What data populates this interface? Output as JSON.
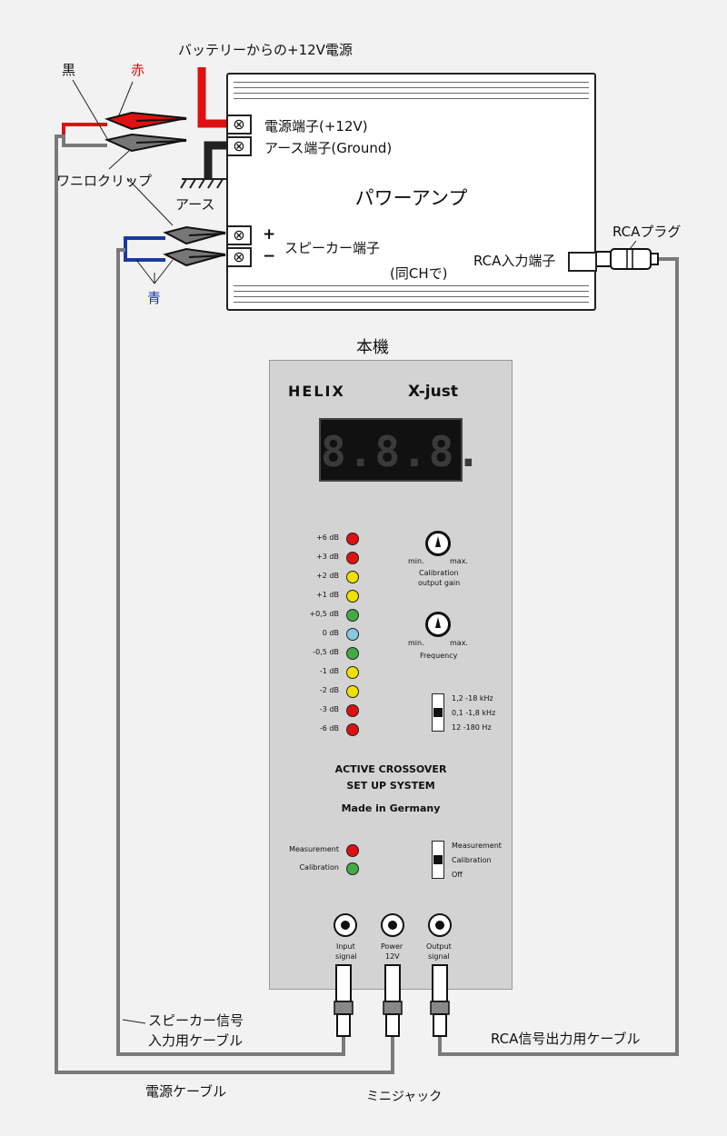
{
  "labels": {
    "battery_power": "バッテリーからの+12V電源",
    "black": "黒",
    "red": "赤",
    "alligator_clip": "ワニロクリップ",
    "ground_symbol_label": "アース",
    "blue": "青",
    "rca_plug": "RCAプラグ",
    "device_title": "本機",
    "speaker_cable": "スピーカー信号\n入力用ケーブル",
    "speaker_cable_line1": "スピーカー信号",
    "speaker_cable_line2": "入力用ケーブル",
    "rca_cable": "RCA信号出力用ケーブル",
    "power_cable": "電源ケーブル",
    "mini_jack": "ミニジャック"
  },
  "amp": {
    "title": "パワーアンプ",
    "power_terminal": "電源端子(+12V)",
    "ground_terminal": "アース端子(Ground)",
    "speaker_terminal": "スピーカー端子",
    "plus": "+",
    "minus": "−",
    "rca_input": "RCA入力端子",
    "same_ch": "(同CHで)",
    "terminal_symbol": "⊗"
  },
  "device": {
    "brand": "HELIX",
    "model": "X-just",
    "display": "8.8.8.",
    "leds": [
      {
        "label": "+6 dB",
        "color": "#dd1111"
      },
      {
        "label": "+3 dB",
        "color": "#dd1111"
      },
      {
        "label": "+2 dB",
        "color": "#f0e000"
      },
      {
        "label": "+1 dB",
        "color": "#f0e000"
      },
      {
        "label": "+0,5 dB",
        "color": "#44aa44"
      },
      {
        "label": "0 dB",
        "color": "#88c8e0"
      },
      {
        "label": "-0,5 dB",
        "color": "#44aa44"
      },
      {
        "label": "-1 dB",
        "color": "#f0e000"
      },
      {
        "label": "-2 dB",
        "color": "#f0e000"
      },
      {
        "label": "-3 dB",
        "color": "#dd1111"
      },
      {
        "label": "-6 dB",
        "color": "#dd1111"
      }
    ],
    "knob1": {
      "min": "min.",
      "max": "max.",
      "caption1": "Calibration",
      "caption2": "output gain"
    },
    "knob2": {
      "min": "min.",
      "max": "max.",
      "caption1": "Frequency"
    },
    "freq_switch": [
      "1,2 -18   kHz",
      "0,1 -1,8  kHz",
      "12 -180   Hz"
    ],
    "heading1": "ACTIVE CROSSOVER",
    "heading2": "SET UP SYSTEM",
    "heading3": "Made in Germany",
    "mode_leds": [
      {
        "label": "Measurement",
        "color": "#dd1111"
      },
      {
        "label": "Calibration",
        "color": "#44aa44"
      }
    ],
    "mode_switch": [
      "Measurement",
      "Calibration",
      "Off"
    ],
    "jacks": [
      {
        "line1": "Input",
        "line2": "signal"
      },
      {
        "line1": "Power",
        "line2": "12V"
      },
      {
        "line1": "Output",
        "line2": "signal"
      }
    ]
  },
  "colors": {
    "red_wire": "#e01010",
    "black_wire": "#222222",
    "gray_wire": "#7a7a7a",
    "blue_wire": "#1a3aa0"
  }
}
